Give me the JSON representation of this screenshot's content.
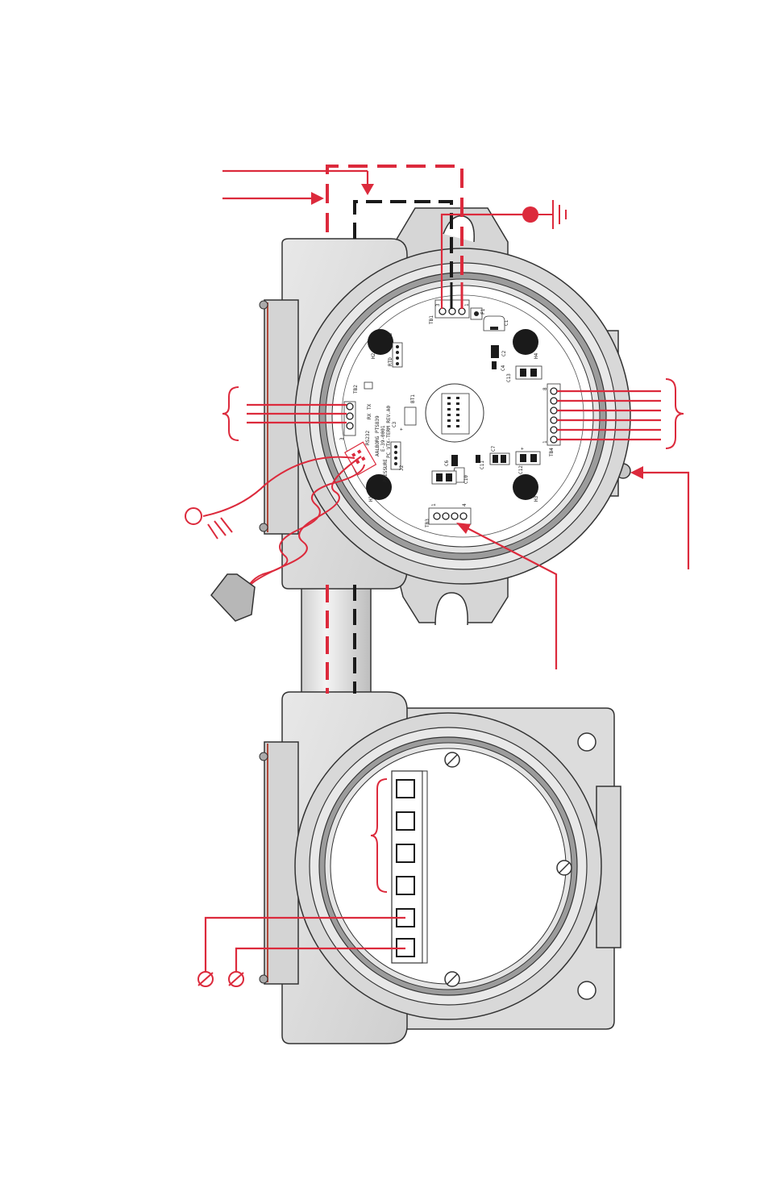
{
  "colors": {
    "wire_red": "#dc2a3c",
    "wire_black": "#1a1a1a",
    "housing_fill": "#dadada",
    "housing_light": "#ececec",
    "housing_stroke": "#333333",
    "board_fill": "#ffffff"
  },
  "icons": [
    "ground-symbol-icon",
    "ground-terminal-icon",
    "drain-tag-icon",
    "screw-icon",
    "brace-icon"
  ],
  "pcb": {
    "board_name": "AALBORG PTS839",
    "board_part": "E-39-0001",
    "board_rev": "PC VTX-TERM REV.A0",
    "rs232_label": "RS232",
    "tx_label": "TX",
    "rx_label": "RX",
    "pressure_label": "PRESSURE",
    "tb1": "TB1",
    "tb2": "TB2",
    "tb3": "TB3",
    "tb4": "TB4",
    "j1": "J1",
    "j2": "J2",
    "j3": "J3",
    "f1": "F1",
    "c1": "C1",
    "c2": "C2",
    "c3": "C3",
    "c4": "C4",
    "c6": "C6",
    "c7": "C7",
    "c10": "C10",
    "c11": "C11",
    "c12": "C12",
    "c13": "C13",
    "rtd": "RTD",
    "bt1": "BT1",
    "h1": "H1",
    "h2": "H2",
    "h3": "H3",
    "h4": "H4",
    "pin_1": "1",
    "pin_3": "3",
    "pin_4": "4",
    "pin_8": "8",
    "plus": "+"
  }
}
